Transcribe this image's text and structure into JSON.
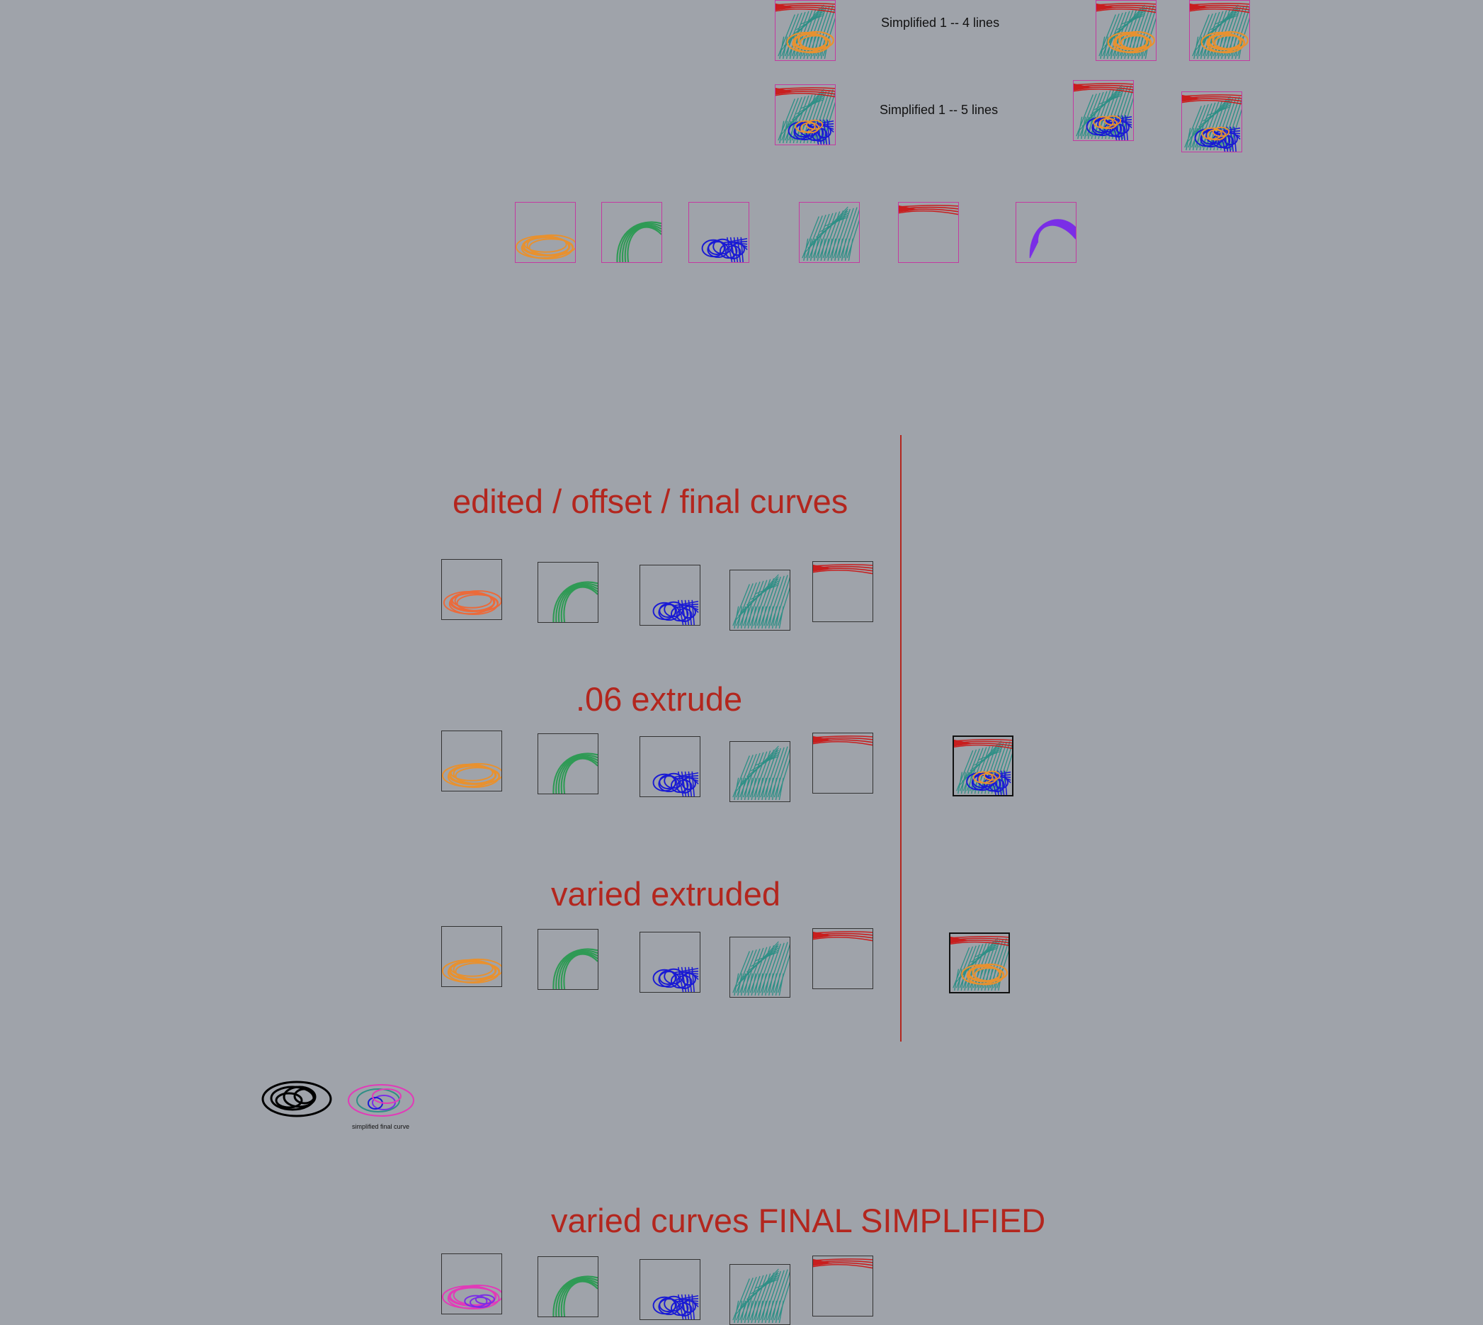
{
  "labels": {
    "simplified_4": "Simplified 1 -- 4 lines",
    "simplified_5": "Simplified 1 -- 5 lines",
    "edited": "edited / offset / final curves",
    "extrude": ".06 extrude",
    "varied_extruded": "varied extruded",
    "final_simplified": "varied curves FINAL SIMPLIFIED",
    "simplified_final_curve": "simplified final curve"
  },
  "colors": {
    "background": "#9fa3aa",
    "heading_red": "#b3261e",
    "orange": "#e8912f",
    "coral": "#ec6a3a",
    "green": "#2f9a55",
    "blue": "#1a1ad4",
    "teal": "#2f8f86",
    "red": "#c81e1e",
    "purple": "#7a2ee6",
    "magenta_border": "#c23aa0",
    "pink": "#e23ab8"
  }
}
